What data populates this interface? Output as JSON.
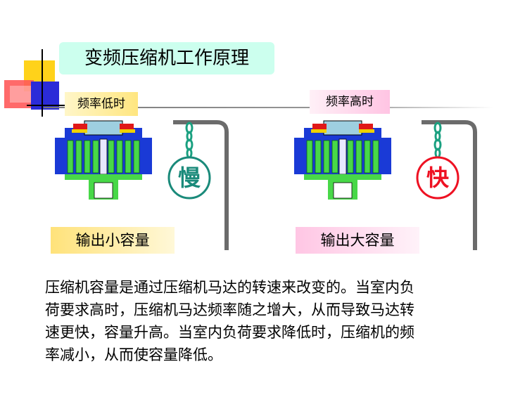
{
  "slide": {
    "title": "变频压缩机工作原理",
    "left_panel": {
      "frequency_label": "频率低时",
      "speed_char": "慢",
      "output_label": "输出小容量"
    },
    "right_panel": {
      "frequency_label": "频率高时",
      "speed_char": "快",
      "output_label": "输出大容量"
    },
    "description_lines": [
      "压缩机容量是通过压缩机马达的转速来改变的。当室内负",
      "荷要求高时，压缩机马达频率随之增大，从而导致马达转",
      "速更快，容量升高。当室内负荷要求降低时，压缩机的频",
      "率减小，从而使容量降低。"
    ]
  },
  "colors": {
    "compressor_body": "#1a3ad6",
    "compressor_fins": "#48d848",
    "rotor_red": "#e01818",
    "rotor_yellow": "#f0d000",
    "chain": "#1aa080",
    "slow_accent": "#1a8a7a",
    "fast_accent": "#ee1122"
  }
}
